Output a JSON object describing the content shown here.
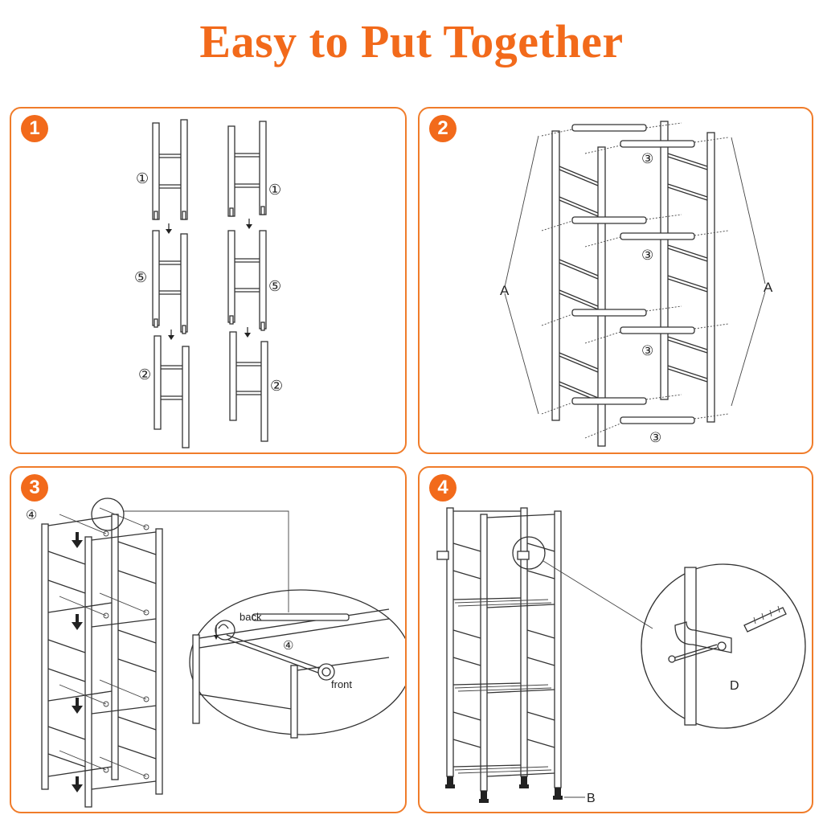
{
  "title": "Easy to Put Together",
  "colors": {
    "accent": "#f26a1b",
    "border": "#f07c2a",
    "line": "#333333"
  },
  "steps": [
    {
      "number": "1",
      "labels": {
        "part1": "①",
        "part5": "⑤",
        "part2": "②"
      }
    },
    {
      "number": "2",
      "labels": {
        "part3": "③",
        "partA": "A"
      }
    },
    {
      "number": "3",
      "labels": {
        "part4": "④",
        "back": "back",
        "front": "front"
      }
    },
    {
      "number": "4",
      "labels": {
        "partD": "D",
        "partB": "B"
      }
    }
  ]
}
